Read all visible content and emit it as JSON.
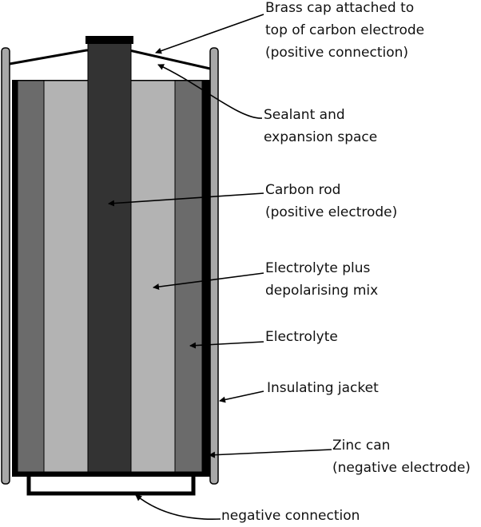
{
  "labels": {
    "brass_cap": [
      "Brass cap attached to",
      "top of carbon electrode",
      "(positive connection)"
    ],
    "sealant": [
      "Sealant and",
      "expansion space"
    ],
    "carbon_rod": [
      "Carbon rod",
      "(positive electrode)"
    ],
    "electrolyte_mix": [
      "Electrolyte plus",
      "depolarising mix"
    ],
    "electrolyte": [
      "Electrolyte"
    ],
    "insulating_jacket": [
      "Insulating jacket"
    ],
    "zinc_can": [
      "Zinc can",
      "(negative electrode)"
    ],
    "negative_connection": [
      "negative connection"
    ]
  },
  "colors": {
    "jacket": "#a8a8a8",
    "zinc_can": "#000000",
    "electrolyte": "#6b6b6b",
    "depolarising_mix": "#b3b3b3",
    "carbon_rod": "#333333",
    "outline": "#000000",
    "text": "#111111",
    "background": "#ffffff"
  }
}
